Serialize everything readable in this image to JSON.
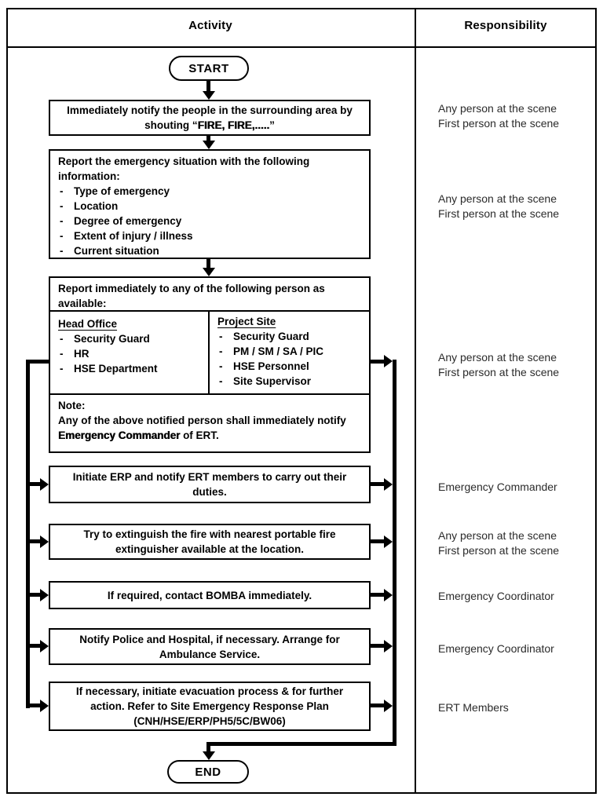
{
  "header": {
    "activity": "Activity",
    "responsibility": "Responsibility"
  },
  "chars": {
    "dash": "-"
  },
  "flow": {
    "start_label": "START",
    "end_label": "END",
    "notify_box": {
      "before": "Immediately notify the people in the surrounding area by shouting “",
      "emphasis": "FIRE, FIRE,.....",
      "after": "”"
    },
    "report_info_box": {
      "title": "Report the emergency situation with the following information:",
      "items": [
        "Type of emergency",
        "Location",
        "Degree of emergency",
        "Extent of injury / illness",
        "Current situation"
      ]
    },
    "report_person_box": {
      "title": "Report immediately to any of the following person as available:",
      "head_office": {
        "title": "Head Office",
        "items": [
          "Security Guard",
          "HR",
          "HSE Department"
        ]
      },
      "project_site": {
        "title": "Project Site",
        "items": [
          "Security Guard",
          "PM / SM / SA / PIC",
          "HSE Personnel",
          "Site Supervisor"
        ]
      },
      "note": {
        "label": "Note:",
        "before": "Any of the above notified person shall immediately notify ",
        "emphasis": "Emergency Commander",
        "after": " of ERT."
      }
    },
    "initiate_erp_box": "Initiate ERP and notify ERT members to carry out their duties.",
    "extinguish_box": "Try to extinguish the fire with nearest portable fire extinguisher available at the location.",
    "bomba_box": "If required, contact BOMBA immediately.",
    "police_box": "Notify Police and Hospital, if necessary. Arrange for Ambulance Service.",
    "evacuation_box": "If necessary, initiate evacuation process & for further action. Refer to Site Emergency Response Plan (CNH/HSE/ERP/PH5/5C/BW06)"
  },
  "responsibility": {
    "any_person": "Any person at the scene",
    "first_person": "First person at the scene",
    "emergency_commander": "Emergency Commander",
    "emergency_coordinator": "Emergency Coordinator",
    "ert_members": "ERT Members"
  }
}
